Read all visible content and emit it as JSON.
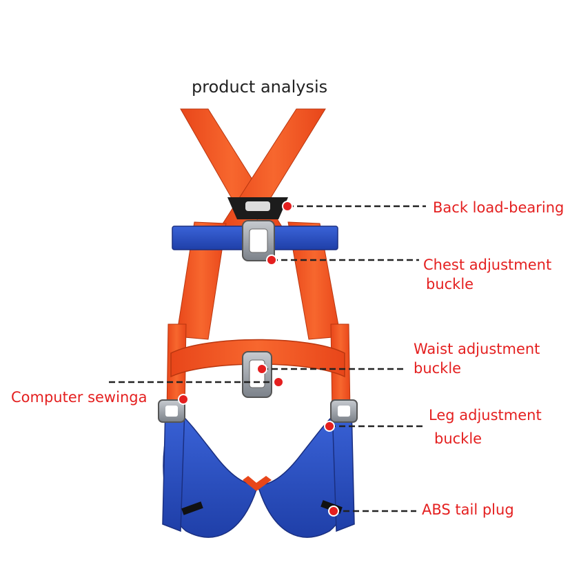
{
  "title": "product analysis",
  "callouts": {
    "back_load": "Back load-bearing",
    "chest_line1": "Chest adjustment",
    "chest_line2": "buckle",
    "waist_line1": "Waist adjustment",
    "waist_line2": "buckle",
    "computer": "Computer sewinga",
    "leg_line1": "Leg adjustment",
    "leg_line2": "buckle",
    "abs": "ABS tail plug"
  },
  "colors": {
    "callout_text": "#e41f1f",
    "callout_dot": "#e41f1f",
    "webbing_orange": "#f2541f",
    "webbing_blue": "#2b4fc4",
    "buckle_grey": "#8f959c"
  }
}
